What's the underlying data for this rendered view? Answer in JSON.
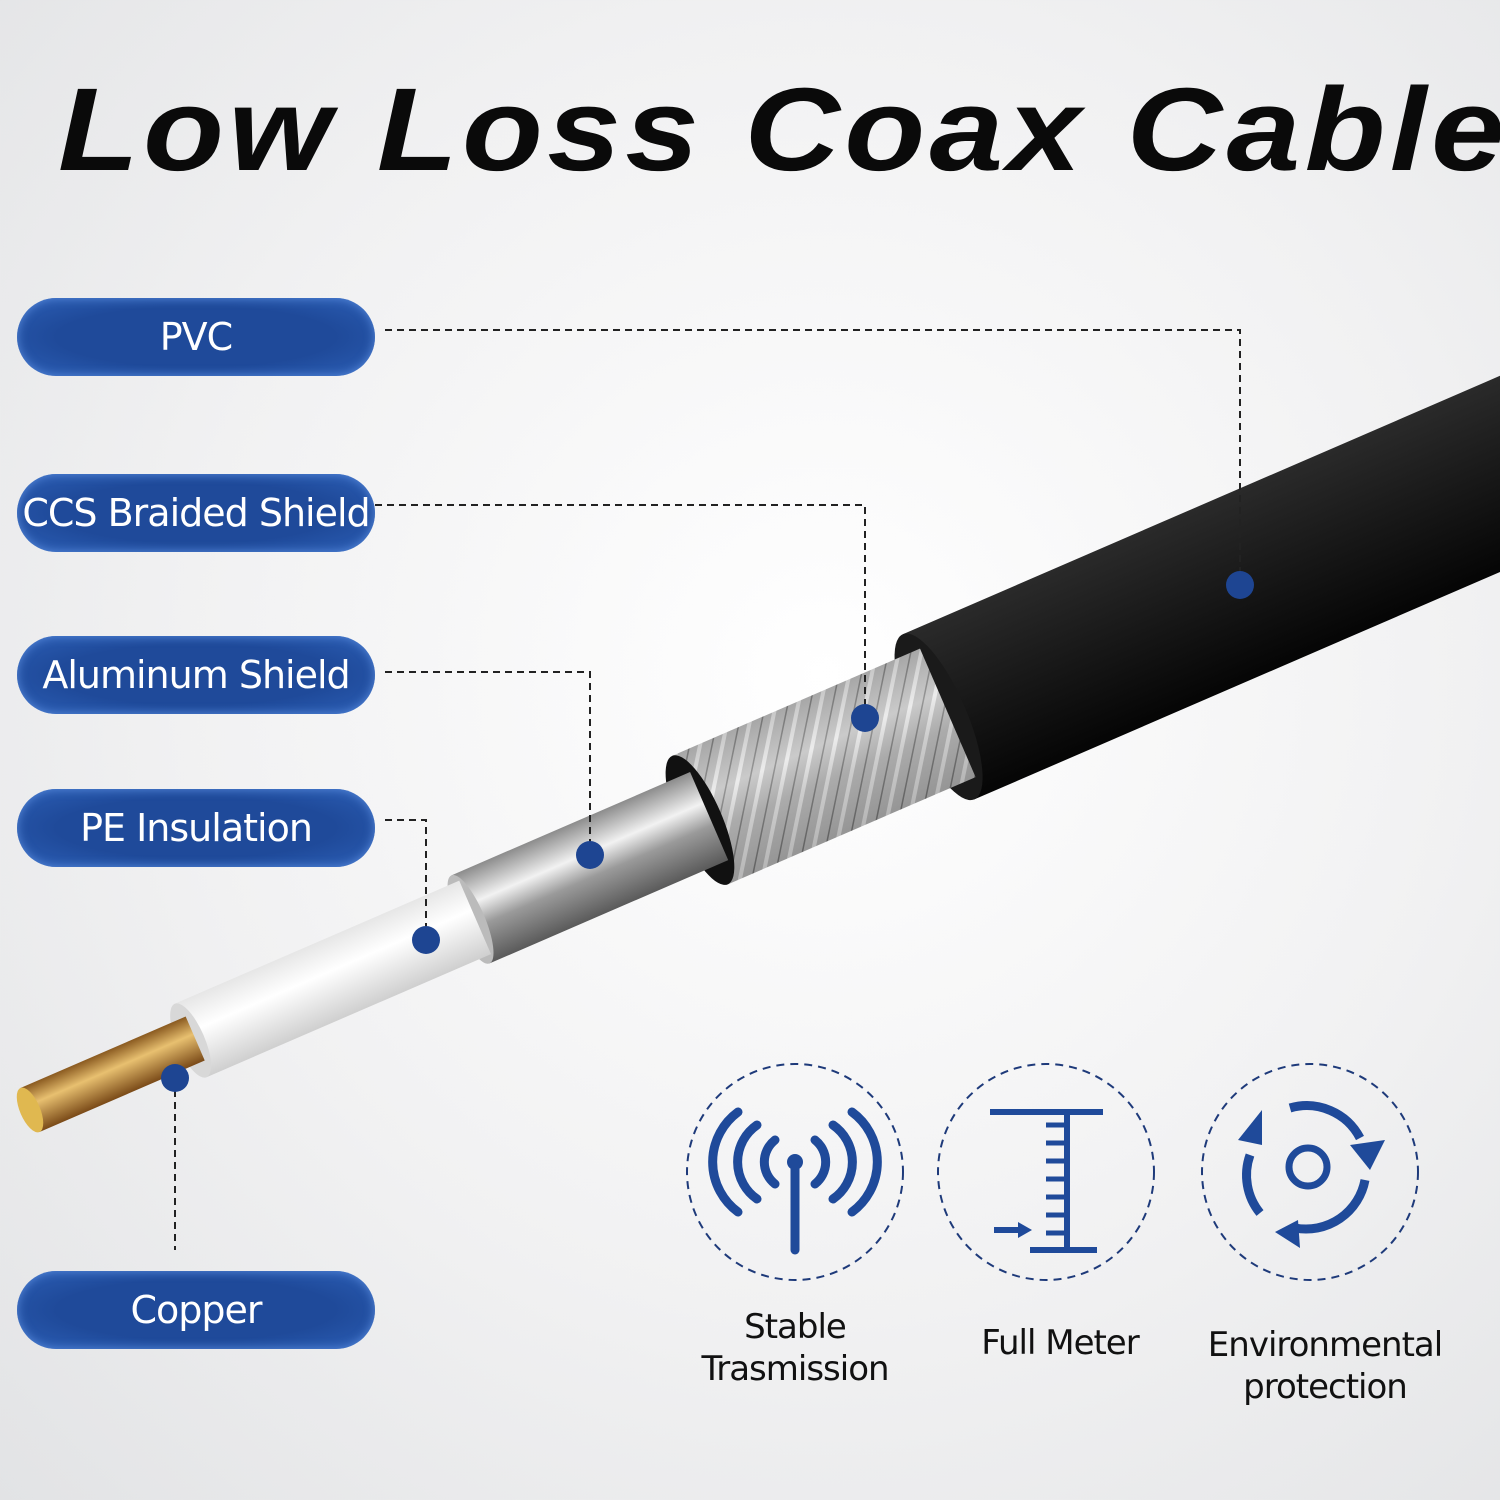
{
  "title": "Low Loss Coax Cable",
  "labels": [
    "PVC",
    "CCS Braided Shield",
    "Aluminum Shield",
    "PE Insulation",
    "Copper"
  ],
  "features": [
    {
      "icon": "antenna-icon",
      "line1": "Stable",
      "line2": "Trasmission"
    },
    {
      "icon": "ruler-icon",
      "line1": "Full Meter",
      "line2": ""
    },
    {
      "icon": "recycle-icon",
      "line1": "Environmental",
      "line2": "protection"
    }
  ],
  "colors": {
    "accent": "#1f4a9a",
    "text": "#0a0a0a"
  }
}
